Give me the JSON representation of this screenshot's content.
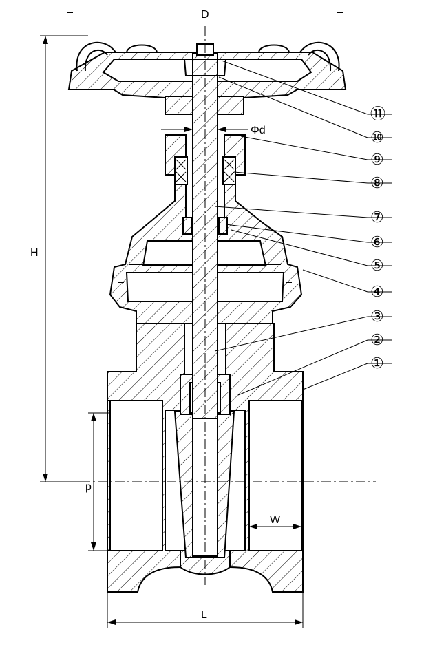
{
  "dimensions": {
    "top": "D",
    "height": "H",
    "stem_diameter": "Φd",
    "port": "p",
    "thread_width": "W",
    "length": "L"
  },
  "callouts": [
    {
      "id": "part-1",
      "label": "①"
    },
    {
      "id": "part-2",
      "label": "②"
    },
    {
      "id": "part-3",
      "label": "③"
    },
    {
      "id": "part-4",
      "label": "④"
    },
    {
      "id": "part-5",
      "label": "⑤"
    },
    {
      "id": "part-6",
      "label": "⑥"
    },
    {
      "id": "part-7",
      "label": "⑦"
    },
    {
      "id": "part-8",
      "label": "⑧"
    },
    {
      "id": "part-9",
      "label": "⑨"
    },
    {
      "id": "part-10",
      "label": "⑩"
    },
    {
      "id": "part-11",
      "label": "⑪"
    }
  ]
}
